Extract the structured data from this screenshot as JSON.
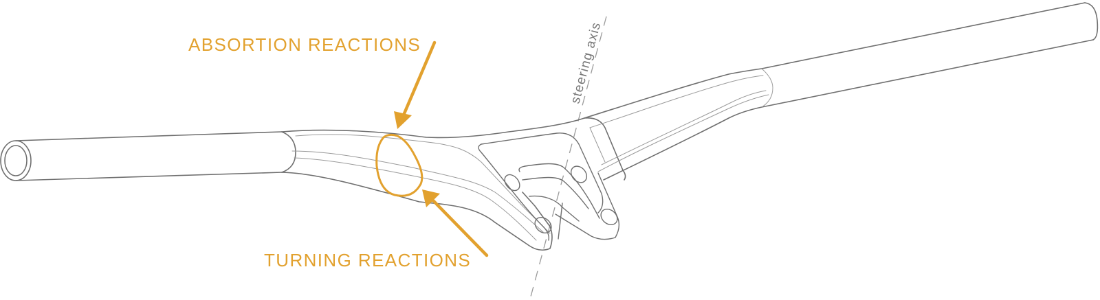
{
  "colors": {
    "accent": "#E2A12E",
    "line": "#6F6F6F",
    "line_light": "#9A9A9A",
    "background": "#FFFFFF"
  },
  "labels": {
    "absorption": "ABSORTION REACTIONS",
    "turning": "TURNING REACTIONS",
    "steering_axis": "steering axis"
  }
}
